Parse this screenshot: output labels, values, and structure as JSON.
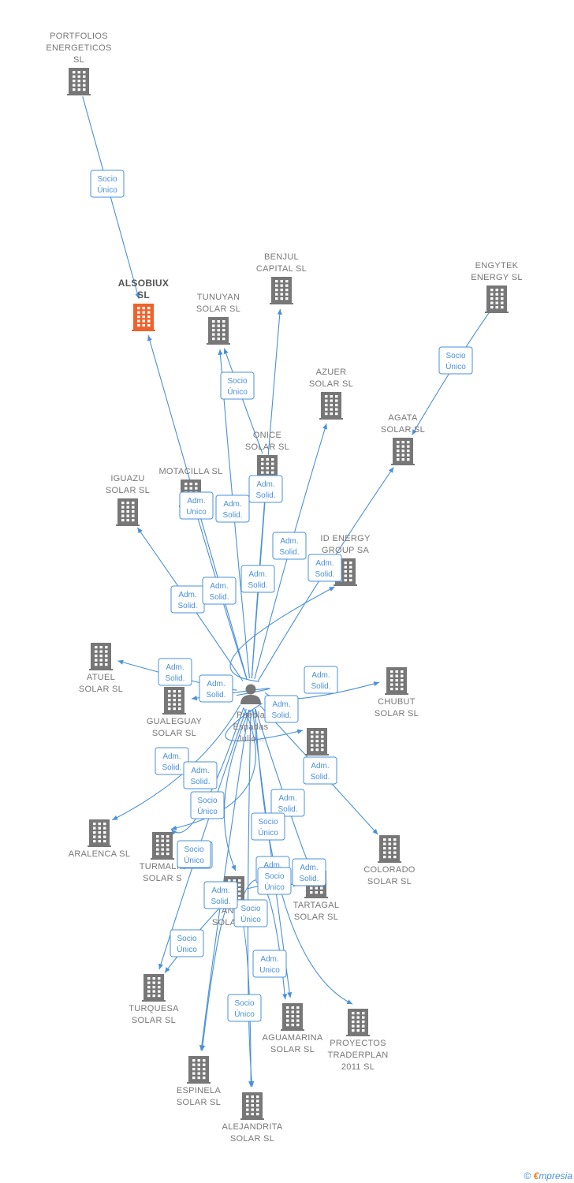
{
  "colors": {
    "edge": "#4a90d9",
    "company": "#777777",
    "highlight": "#f0622d",
    "person": "#777777"
  },
  "nodes": [
    {
      "id": "portfolios",
      "kind": "company",
      "lines": [
        "PORTFOLIOS",
        "ENERGETICOS",
        "SL"
      ]
    },
    {
      "id": "alsobiux",
      "kind": "company-highlight",
      "lines": [
        "ALSOBIUX",
        "SL"
      ]
    },
    {
      "id": "benjul",
      "kind": "company",
      "lines": [
        "BENJUL",
        "CAPITAL  SL"
      ]
    },
    {
      "id": "engytek",
      "kind": "company",
      "lines": [
        "ENGYTEK",
        "ENERGY  SL"
      ]
    },
    {
      "id": "tunuyan",
      "kind": "company",
      "lines": [
        "TUNUYAN",
        "SOLAR  SL"
      ]
    },
    {
      "id": "azuer",
      "kind": "company",
      "lines": [
        "AZUER",
        "SOLAR  SL"
      ]
    },
    {
      "id": "agata",
      "kind": "company",
      "lines": [
        "AGATA",
        "SOLAR  SL"
      ]
    },
    {
      "id": "onice",
      "kind": "company",
      "lines": [
        "ONICE",
        "SOLAR  SL"
      ]
    },
    {
      "id": "iguazu",
      "kind": "company",
      "lines": [
        "IGUAZU",
        "SOLAR  SL"
      ]
    },
    {
      "id": "motacilla",
      "kind": "company",
      "lines": [
        "MOTACILLA SL"
      ]
    },
    {
      "id": "idenergy",
      "kind": "company",
      "lines": [
        "ID ENERGY",
        "GROUP SA"
      ]
    },
    {
      "id": "atuel",
      "kind": "company",
      "lines": [
        "ATUEL",
        "SOLAR  SL"
      ]
    },
    {
      "id": "chubut",
      "kind": "company",
      "lines": [
        "CHUBUT",
        "SOLAR  SL"
      ]
    },
    {
      "id": "gualeguay",
      "kind": "company",
      "lines": [
        "GUALEGUAY",
        "SOLAR  SL"
      ]
    },
    {
      "id": "person",
      "kind": "person",
      "lines": [
        "Puebla",
        "Espadas",
        "Julio..."
      ]
    },
    {
      "id": "so_unnamed",
      "kind": "company",
      "lines": [
        "SO"
      ]
    },
    {
      "id": "aralenca",
      "kind": "company",
      "lines": [
        "ARALENCA SL"
      ]
    },
    {
      "id": "colorado",
      "kind": "company",
      "lines": [
        "COLORADO",
        "SOLAR  SL"
      ]
    },
    {
      "id": "turmalina",
      "kind": "company",
      "lines": [
        "TURMALIN",
        "SOLAR  S"
      ]
    },
    {
      "id": "tartagal",
      "kind": "company",
      "lines": [
        "TARTAGAL",
        "SOLAR  SL"
      ]
    },
    {
      "id": "andr",
      "kind": "company",
      "lines": [
        "ANDR",
        "SOLAR  SL"
      ]
    },
    {
      "id": "turquesa",
      "kind": "company",
      "lines": [
        "TURQUESA",
        "SOLAR  SL"
      ]
    },
    {
      "id": "aguamarina",
      "kind": "company",
      "lines": [
        "AGUAMARINA",
        "SOLAR  SL"
      ]
    },
    {
      "id": "proyectos",
      "kind": "company",
      "lines": [
        "PROYECTOS",
        "TRADERPLAN",
        "2011 SL"
      ]
    },
    {
      "id": "espinela",
      "kind": "company",
      "lines": [
        "ESPINELA",
        "SOLAR  SL"
      ]
    },
    {
      "id": "alejandrita",
      "kind": "company",
      "lines": [
        "ALEJANDRITA",
        "SOLAR  SL"
      ]
    }
  ],
  "edges": [
    {
      "from": "portfolios",
      "to": "alsobiux",
      "label": [
        "Socio",
        "Único"
      ]
    },
    {
      "from": "engytek",
      "to": "agata",
      "label": [
        "Socio",
        "Único"
      ]
    },
    {
      "from": "onice",
      "to": "tunuyan",
      "label": [
        "Socio",
        "Único"
      ]
    },
    {
      "from": "person",
      "to": "onice",
      "label": [
        "Adm.",
        "Solid."
      ]
    },
    {
      "from": "person",
      "to": "alsobiux",
      "label": [
        "Adm.",
        "Unico"
      ]
    },
    {
      "from": "person",
      "to": "tunuyan",
      "label": [
        "Adm.",
        "Solid."
      ]
    },
    {
      "from": "person",
      "to": "azuer",
      "label": [
        "Adm.",
        "Solid."
      ]
    },
    {
      "from": "person",
      "to": "benjul",
      "label": [
        "Adm.",
        "Solid."
      ]
    },
    {
      "from": "person",
      "to": "agata",
      "label": [
        "Adm.",
        "Solid."
      ]
    },
    {
      "from": "person",
      "to": "iguazu",
      "label": [
        "Adm.",
        "Solid."
      ]
    },
    {
      "from": "person",
      "to": "motacilla",
      "label": [
        "Adm.",
        "Solid."
      ]
    },
    {
      "from": "person",
      "to": "idenergy",
      "label": [
        "Adm.",
        "Solid."
      ]
    },
    {
      "from": "person",
      "to": "atuel",
      "label": [
        "Adm.",
        "Solid."
      ]
    },
    {
      "from": "person",
      "to": "gualeguay",
      "label": [
        "Adm.",
        "Solid."
      ]
    },
    {
      "from": "person",
      "to": "chubut",
      "label": [
        "Adm.",
        "Solid."
      ]
    },
    {
      "from": "person",
      "to": "so_unnamed",
      "label": [
        "Adm.",
        "Solid."
      ]
    },
    {
      "from": "person",
      "to": "aralenca",
      "label": [
        "Adm.",
        "Solid."
      ]
    },
    {
      "from": "person",
      "to": "colorado",
      "label": [
        "Adm.",
        "Solid."
      ]
    },
    {
      "from": "person",
      "to": "turmalina",
      "label": [
        "Adm.",
        "Solid."
      ]
    },
    {
      "from": "person",
      "to": "tartagal",
      "label": [
        "Adm.",
        "Solid."
      ]
    },
    {
      "from": "person",
      "to": "andr",
      "label": [
        "Socio",
        "Único"
      ]
    },
    {
      "from": "person",
      "to": "turquesa",
      "label": [
        "Adm.",
        "Unico"
      ]
    },
    {
      "from": "person",
      "to": "espinela",
      "label": [
        "Adm.",
        "Solid."
      ]
    },
    {
      "from": "person",
      "to": "aguamarina",
      "label": [
        "Adm.",
        "Solid."
      ]
    },
    {
      "from": "person",
      "to": "alejandrita",
      "label": [
        "Socio",
        "Único"
      ]
    },
    {
      "from": "person",
      "to": "proyectos",
      "label": [
        "Adm.",
        "Unico"
      ]
    },
    {
      "from": "andr",
      "to": "turquesa",
      "label": [
        "Socio",
        "Único"
      ]
    },
    {
      "from": "andr",
      "to": "aguamarina",
      "label": [
        "Socio",
        "Único"
      ]
    },
    {
      "from": "andr",
      "to": "alejandrita",
      "label": [
        "Socio",
        "Único"
      ]
    },
    {
      "from": "andr",
      "to": "tartagal",
      "label": [
        "Socio",
        "Único"
      ]
    },
    {
      "from": "person",
      "to": "turmalina",
      "label": [
        "Socio",
        "Único"
      ]
    },
    {
      "from": "andr",
      "to": "espinela",
      "label": [
        "Adm.",
        "Solid."
      ]
    }
  ],
  "footer": {
    "copyright": "©",
    "brand_first": "€",
    "brand_rest": "mpresia"
  }
}
